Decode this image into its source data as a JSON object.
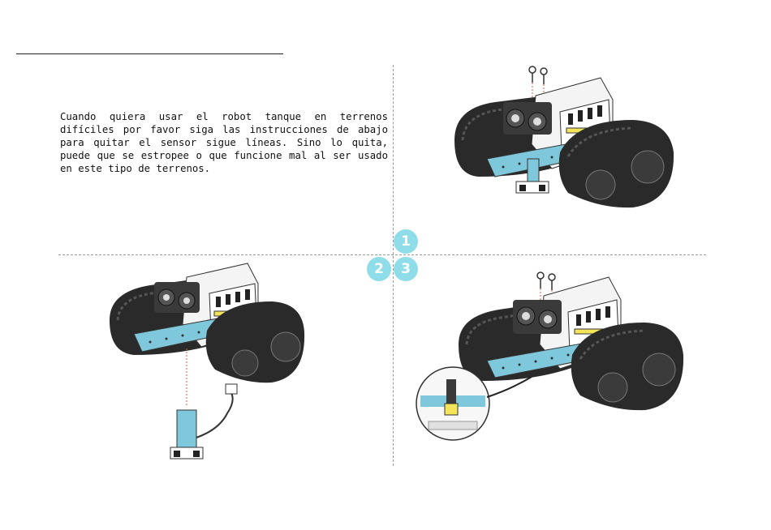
{
  "intro_text": "Cuando quiera usar el robot tanque en terrenos difíciles por favor siga las instrucciones de abajo para quitar el sensor sigue líneas. Sino lo quita, puede que se estropee o que funcione mal al ser usado en este tipo de terrenos.",
  "steps": [
    "1",
    "2",
    "3"
  ],
  "colors": {
    "accent": "#8fdde8",
    "robot_blue": "#7fc8dc",
    "track": "#2a2a2a",
    "sensor_yellow": "#f3e45a"
  },
  "illustrations": [
    "robot-tank-step-1",
    "robot-tank-step-2",
    "robot-tank-step-3"
  ]
}
